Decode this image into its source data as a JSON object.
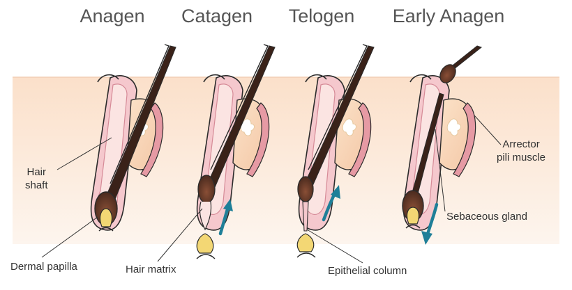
{
  "stages": [
    {
      "title": "Anagen"
    },
    {
      "title": "Catagen"
    },
    {
      "title": "Telogen"
    },
    {
      "title": "Early Anagen"
    }
  ],
  "labels": {
    "hair_shaft": "Hair\nshaft",
    "dermal_papilla": "Dermal papilla",
    "hair_matrix": "Hair matrix",
    "epithelial_column": "Epithelial column",
    "sebaceous_gland": "Sebaceous gland",
    "arrector_pili": "Arrector\npili muscle"
  },
  "colors": {
    "skin_top": "#fbe3cf",
    "skin_bottom": "#fdf3ea",
    "follicle_sheath": "#f2c3c8",
    "hair_dark": "#4a2a1e",
    "hair_bulb": "#6e3d2a",
    "papilla": "#f3d774",
    "arrow": "#1f7f98",
    "outline": "#2b2b2b"
  }
}
